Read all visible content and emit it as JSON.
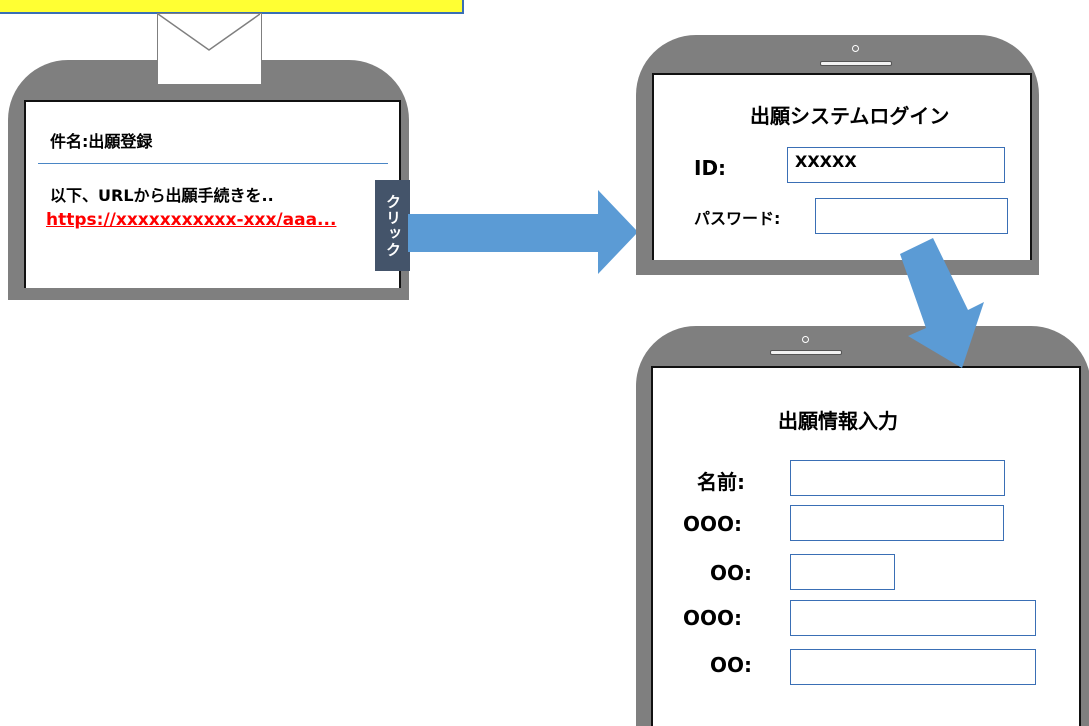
{
  "mail": {
    "subject": "件名:出願登録",
    "body_line": "以下、URLから出願手続きを..",
    "url": "https://xxxxxxxxxxx-xxx/aaa..."
  },
  "click_label": "クリック",
  "login": {
    "title": "出願システムログイン",
    "id_label": "ID:",
    "id_value": "XXXXX",
    "password_label": "パスワード:"
  },
  "form": {
    "title": "出願情報入力",
    "fields": [
      {
        "label": "名前:"
      },
      {
        "label": "OOO:"
      },
      {
        "label": "OO:"
      },
      {
        "label": "OOO:"
      },
      {
        "label": "OO:"
      }
    ]
  },
  "colors": {
    "arrow": "#5b9bd5",
    "phone_frame": "#7f7f7f",
    "url_text": "#ff0000",
    "click_badge": "#44546a",
    "banner": "#ffff33"
  }
}
